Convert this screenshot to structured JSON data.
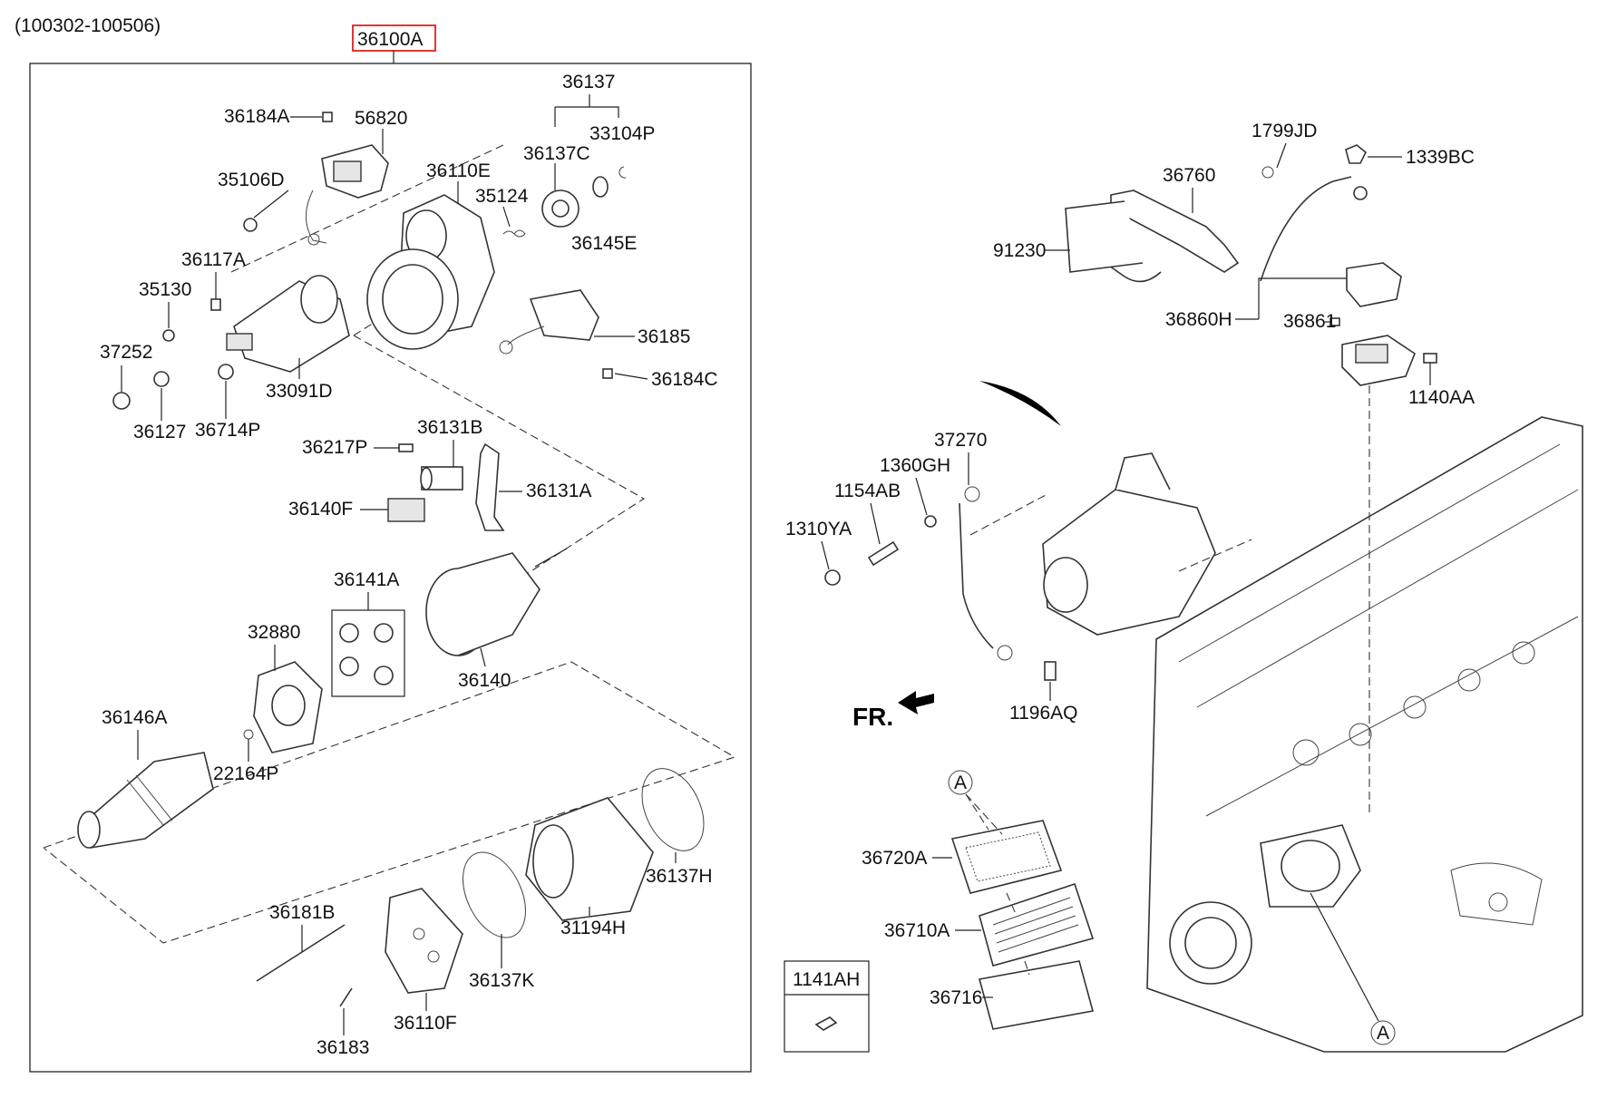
{
  "header": {
    "date_range": "(100302-100506)",
    "assembly_label": "36100A"
  },
  "callouts": {
    "c36184A": "36184A",
    "c56820": "56820",
    "c35106D": "35106D",
    "c36137": "36137",
    "c33104P": "33104P",
    "c36137C": "36137C",
    "c36110E": "36110E",
    "c35124": "35124",
    "c36145E": "36145E",
    "c36117A": "36117A",
    "c35130": "35130",
    "c37252": "37252",
    "c36185": "36185",
    "c36184C": "36184C",
    "c33091D": "33091D",
    "c36127": "36127",
    "c36714P": "36714P",
    "c36217P": "36217P",
    "c36131B": "36131B",
    "c36131A": "36131A",
    "c36140F": "36140F",
    "c36141A": "36141A",
    "c32880": "32880",
    "c36140": "36140",
    "c36146A": "36146A",
    "c22164P": "22164P",
    "c36137H": "36137H",
    "c36181B": "36181B",
    "c31194H": "31194H",
    "c36137K": "36137K",
    "c36110F": "36110F",
    "c36183": "36183",
    "c1799JD": "1799JD",
    "c1339BC": "1339BC",
    "c36760": "36760",
    "c91230": "91230",
    "c36860H": "36860H",
    "c36861": "36861",
    "c1140AA": "1140AA",
    "c37270": "37270",
    "c1360GH": "1360GH",
    "c1154AB": "1154AB",
    "c1310YA": "1310YA",
    "c1196AQ": "1196AQ",
    "c36720A": "36720A",
    "c36710A": "36710A",
    "c36716": "36716",
    "c1141AH": "1141AH",
    "fr_label": "FR.",
    "ref_a_top": "A",
    "ref_a_bottom": "A"
  },
  "colors": {
    "assembly_highlight": "#e02020",
    "line": "#222222"
  }
}
